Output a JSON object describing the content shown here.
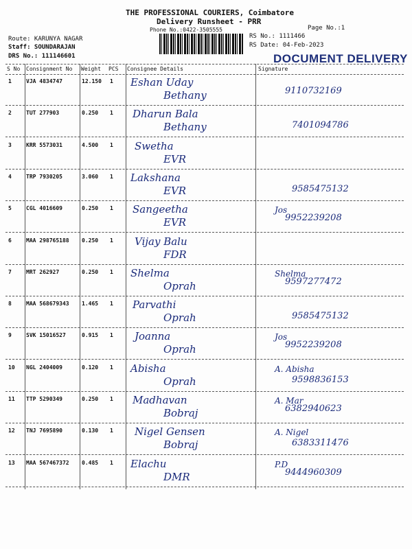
{
  "header": {
    "company": "THE PROFESSIONAL COURIERS, Coimbatore",
    "title": "Delivery Runsheet - PRR",
    "phone": "Phone No.:0422-3505555",
    "page": "Page No.:1",
    "route": "Route: KARUNYA NAGAR",
    "staff": "Staff: SOUNDARAJAN",
    "drs": "DRS No.: 111146601",
    "rs_no": "RS No.: 1111466",
    "rs_date": "RS Date: 04-Feb-2023",
    "stamp": "DOCUMENT DELIVERY"
  },
  "columns": [
    "S No",
    "Consignment No",
    "Weight",
    "PCS",
    "Consignee Details",
    "Signature"
  ],
  "rows": [
    {
      "sno": "1",
      "cons": "VJA 4834747",
      "weight": "12.150",
      "pcs": "1",
      "name": "Eshan Uday",
      "area": "Bethany",
      "sig": "",
      "phone": "9110732169"
    },
    {
      "sno": "2",
      "cons": "TUT 277903",
      "weight": "0.250",
      "pcs": "1",
      "name": "Dharun Bala",
      "area": "Bethany",
      "sig": "",
      "phone": "7401094786"
    },
    {
      "sno": "3",
      "cons": "KRR 5573031",
      "weight": "4.500",
      "pcs": "1",
      "name": "Swetha",
      "area": "EVR",
      "sig": "",
      "phone": ""
    },
    {
      "sno": "4",
      "cons": "TRP 7930205",
      "weight": "3.060",
      "pcs": "1",
      "name": "Lakshana",
      "area": "EVR",
      "sig": "",
      "phone": "9585475132"
    },
    {
      "sno": "5",
      "cons": "CGL 4016609",
      "weight": "0.250",
      "pcs": "1",
      "name": "Sangeetha",
      "area": "EVR",
      "sig": "Jos",
      "phone": "9952239208"
    },
    {
      "sno": "6",
      "cons": "MAA 298765188",
      "weight": "0.250",
      "pcs": "1",
      "name": "Vijay Balu",
      "area": "FDR",
      "sig": "",
      "phone": ""
    },
    {
      "sno": "7",
      "cons": "MRT 262927",
      "weight": "0.250",
      "pcs": "1",
      "name": "Shelma",
      "area": "Oprah",
      "sig": "Shelma",
      "phone": "9597277472"
    },
    {
      "sno": "8",
      "cons": "MAA 568679343",
      "weight": "1.465",
      "pcs": "1",
      "name": "Parvathi",
      "area": "Oprah",
      "sig": "",
      "phone": "9585475132"
    },
    {
      "sno": "9",
      "cons": "SVK 15016527",
      "weight": "0.915",
      "pcs": "1",
      "name": "Joanna",
      "area": "Oprah",
      "sig": "Jos",
      "phone": "9952239208"
    },
    {
      "sno": "10",
      "cons": "NGL 2404009",
      "weight": "0.120",
      "pcs": "1",
      "name": "Abisha",
      "area": "Oprah",
      "sig": "A. Abisha",
      "phone": "9598836153"
    },
    {
      "sno": "11",
      "cons": "TTP 5290349",
      "weight": "0.250",
      "pcs": "1",
      "name": "Madhavan",
      "area": "Bobraj",
      "sig": "A. Mar",
      "phone": "6382940623"
    },
    {
      "sno": "12",
      "cons": "TNJ 7695890",
      "weight": "0.130",
      "pcs": "1",
      "name": "Nigel Gensen",
      "area": "Bobraj",
      "sig": "A. Nigel",
      "phone": "6383311476"
    },
    {
      "sno": "13",
      "cons": "MAA 567467372",
      "weight": "0.485",
      "pcs": "1",
      "name": "Elachu",
      "area": "DMR",
      "sig": "P.D",
      "phone": "9444960309"
    }
  ]
}
